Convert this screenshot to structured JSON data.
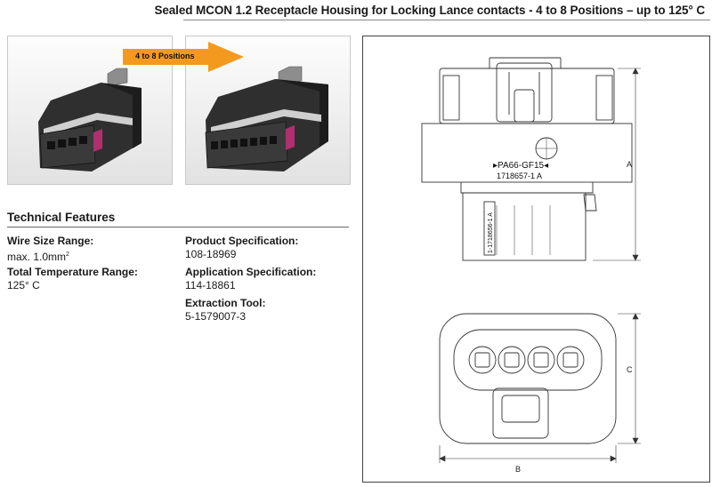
{
  "header": {
    "title": "Sealed MCON 1.2 Receptacle Housing for Locking Lance contacts - 4 to 8 Positions – up to 125° C"
  },
  "photos": {
    "arrow_label": "4 to 8 Positions",
    "arrow_color": "#f39a1e",
    "housing_color": "#2b2b2b",
    "latch_color": "#b0306e"
  },
  "features": {
    "heading": "Technical Features",
    "wire_size": {
      "label": "Wire Size Range:",
      "value": "max. 1.0mm",
      "sup": "2"
    },
    "temperature": {
      "label": "Total Temperature Range:",
      "value": "125° C"
    },
    "product_spec": {
      "label": "Product Specification:",
      "value": "108-18969"
    },
    "application_spec": {
      "label": "Application Specification:",
      "value": "114-18861"
    },
    "extraction_tool": {
      "label": "Extraction Tool:",
      "value": "5-1579007-3"
    }
  },
  "drawing": {
    "material_mark": "▸PA66-GF15◂",
    "part_mark": "1718657-1  A",
    "side_mark": "1-1718656-1 A",
    "dim_a": "A",
    "dim_b": "B",
    "dim_c": "C"
  }
}
